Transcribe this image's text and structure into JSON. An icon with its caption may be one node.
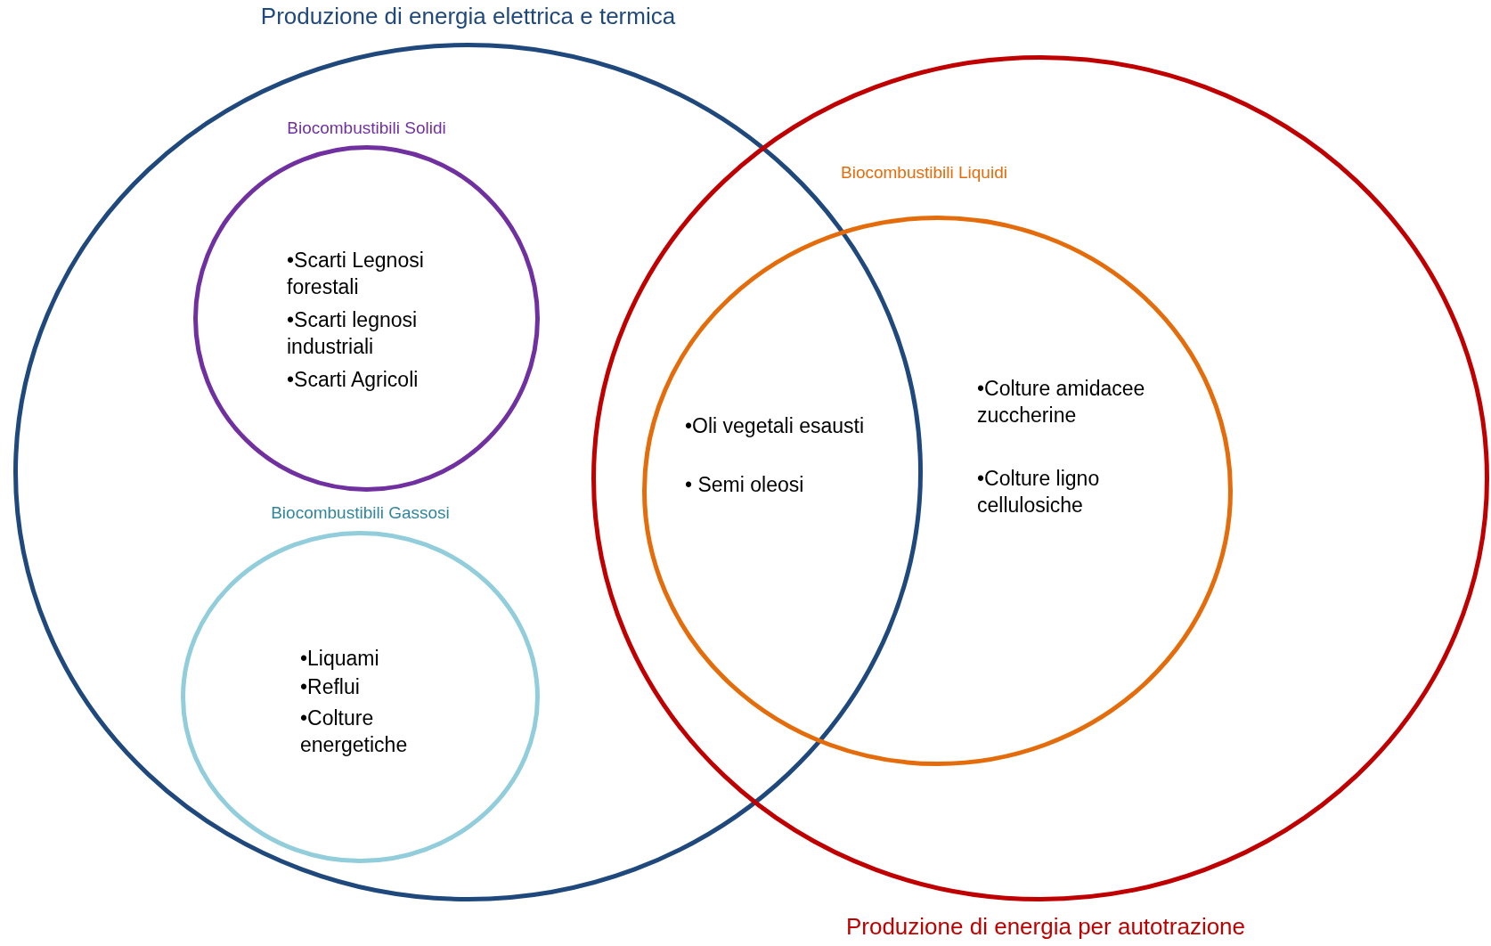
{
  "diagram": {
    "nodes": [
      {
        "text": [
          "Produzione di energia elettrica e termica"
        ]
      },
      {
        "text": [
          "Produzione di energia per autotrazione"
        ]
      },
      {
        "text": [
          "Biocombustibili Solidi",
          "•Scarti Legnosi forestali",
          "•Scarti legnosi industriali",
          "•Scarti Agricoli"
        ],
        "in": 0
      },
      {
        "text": [
          "Biocombustibili Gassosi",
          "•Liquami",
          "•Reflui",
          "•Colture energetiche"
        ],
        "in": 0
      },
      {
        "text": [
          "Biocombustibili Liquidi",
          "•Oli vegetali esausti",
          "• Semi oleosi",
          "•Colture amidacee zuccherine",
          "•Colture ligno cellulosiche"
        ],
        "in": 1
      }
    ]
  }
}
